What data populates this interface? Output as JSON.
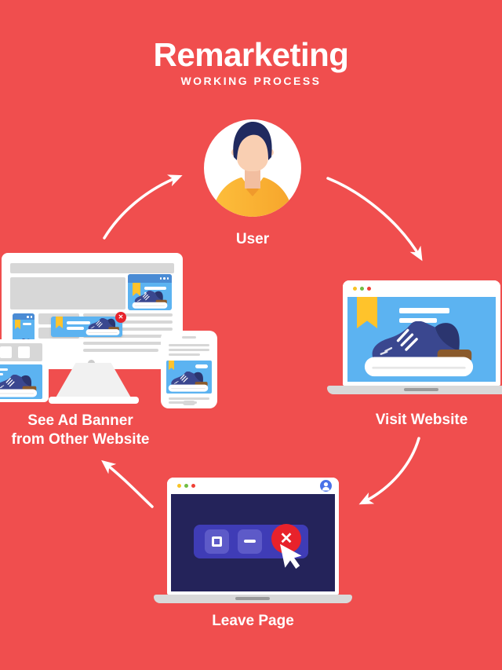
{
  "header": {
    "title": "Remarketing",
    "subtitle": "WORKING PROCESS"
  },
  "steps": {
    "user": {
      "label": "User"
    },
    "visit": {
      "label": "Visit Website"
    },
    "leave": {
      "label": "Leave Page"
    },
    "banner": {
      "label_line1": "See Ad Banner",
      "label_line2": "from Other Website"
    }
  },
  "flow": [
    "User",
    "Visit Website",
    "Leave Page",
    "See Ad Banner from Other Website",
    "User"
  ],
  "icons": {
    "close_x": "✕",
    "names": [
      "user-avatar-icon",
      "browser-traffic-dots",
      "bookmark-ribbon-icon",
      "sneaker-icon",
      "maximize-icon",
      "minimize-icon",
      "close-icon",
      "cursor-arrow-icon",
      "profile-icon",
      "arrow-icon"
    ]
  },
  "colors": {
    "background_red": "#F04E4E",
    "content_blue": "#5CB3F1",
    "ad_header_blue": "#4A8BD4",
    "bookmark_yellow": "#FFC32B",
    "shoe_navy": "#3A478F",
    "dark_navy_page": "#24235A",
    "control_panel_blue": "#3F3CB6",
    "close_red": "#E8222B",
    "sweater_yellow": "#FFB834",
    "white": "#FFFFFF"
  }
}
